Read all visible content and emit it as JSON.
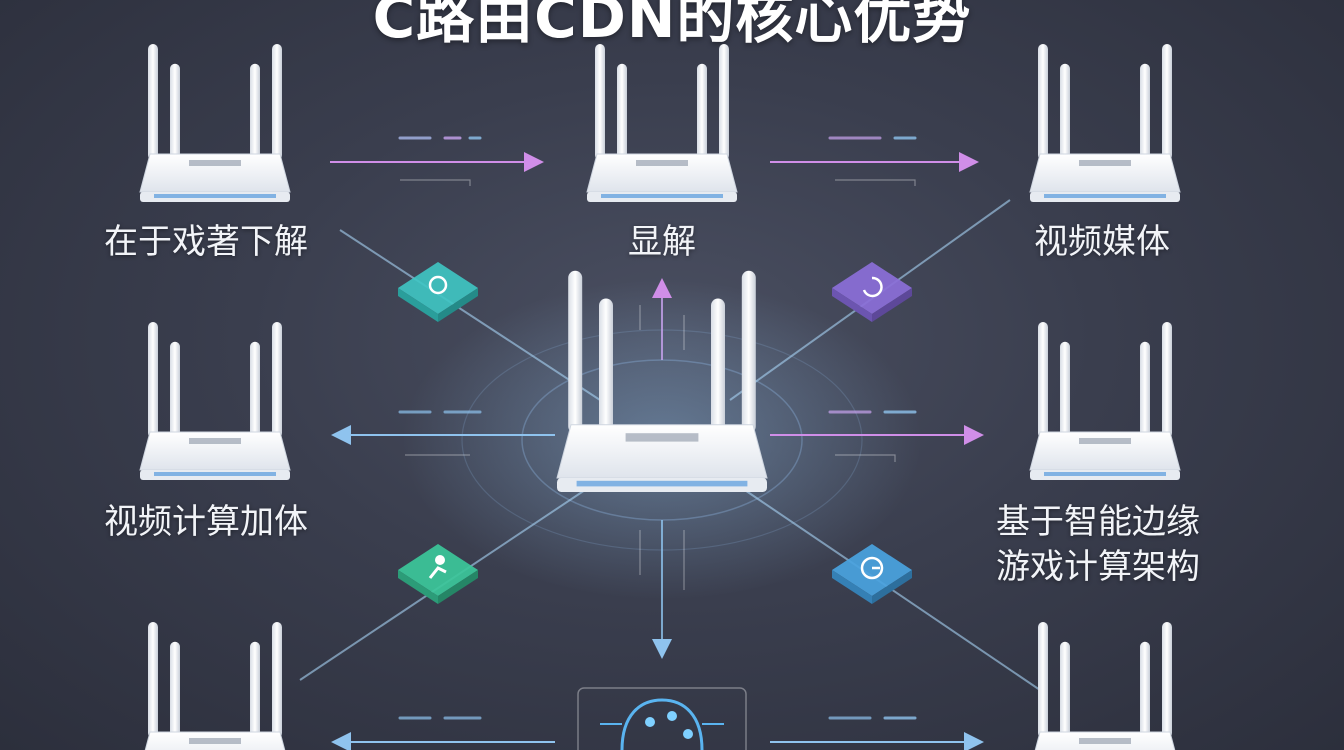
{
  "title": "C路由CDN的核心优势",
  "nodes": {
    "top_left": "在于戏著下解",
    "top_center": "显解",
    "top_right": "视频媒体",
    "middle_left": "视频计算加体",
    "middle_right_line1": "基于智能边缘",
    "middle_right_line2": "游戏计算架构"
  },
  "icons": {
    "upper_left": "location-pin-icon",
    "upper_right": "refresh-icon",
    "lower_left": "person-icon",
    "lower_right": "timer-icon",
    "bottom_center": "brain-chip-icon"
  },
  "colors": {
    "background": "#3a3e4e",
    "router_body": "#eef1f6",
    "teal": "#3fc7c4",
    "purple": "#8b6fd8",
    "green": "#3cc79a",
    "blue": "#4aa3e0",
    "arrow_pink": "#d08ee8",
    "arrow_blue": "#8fc3ee"
  }
}
